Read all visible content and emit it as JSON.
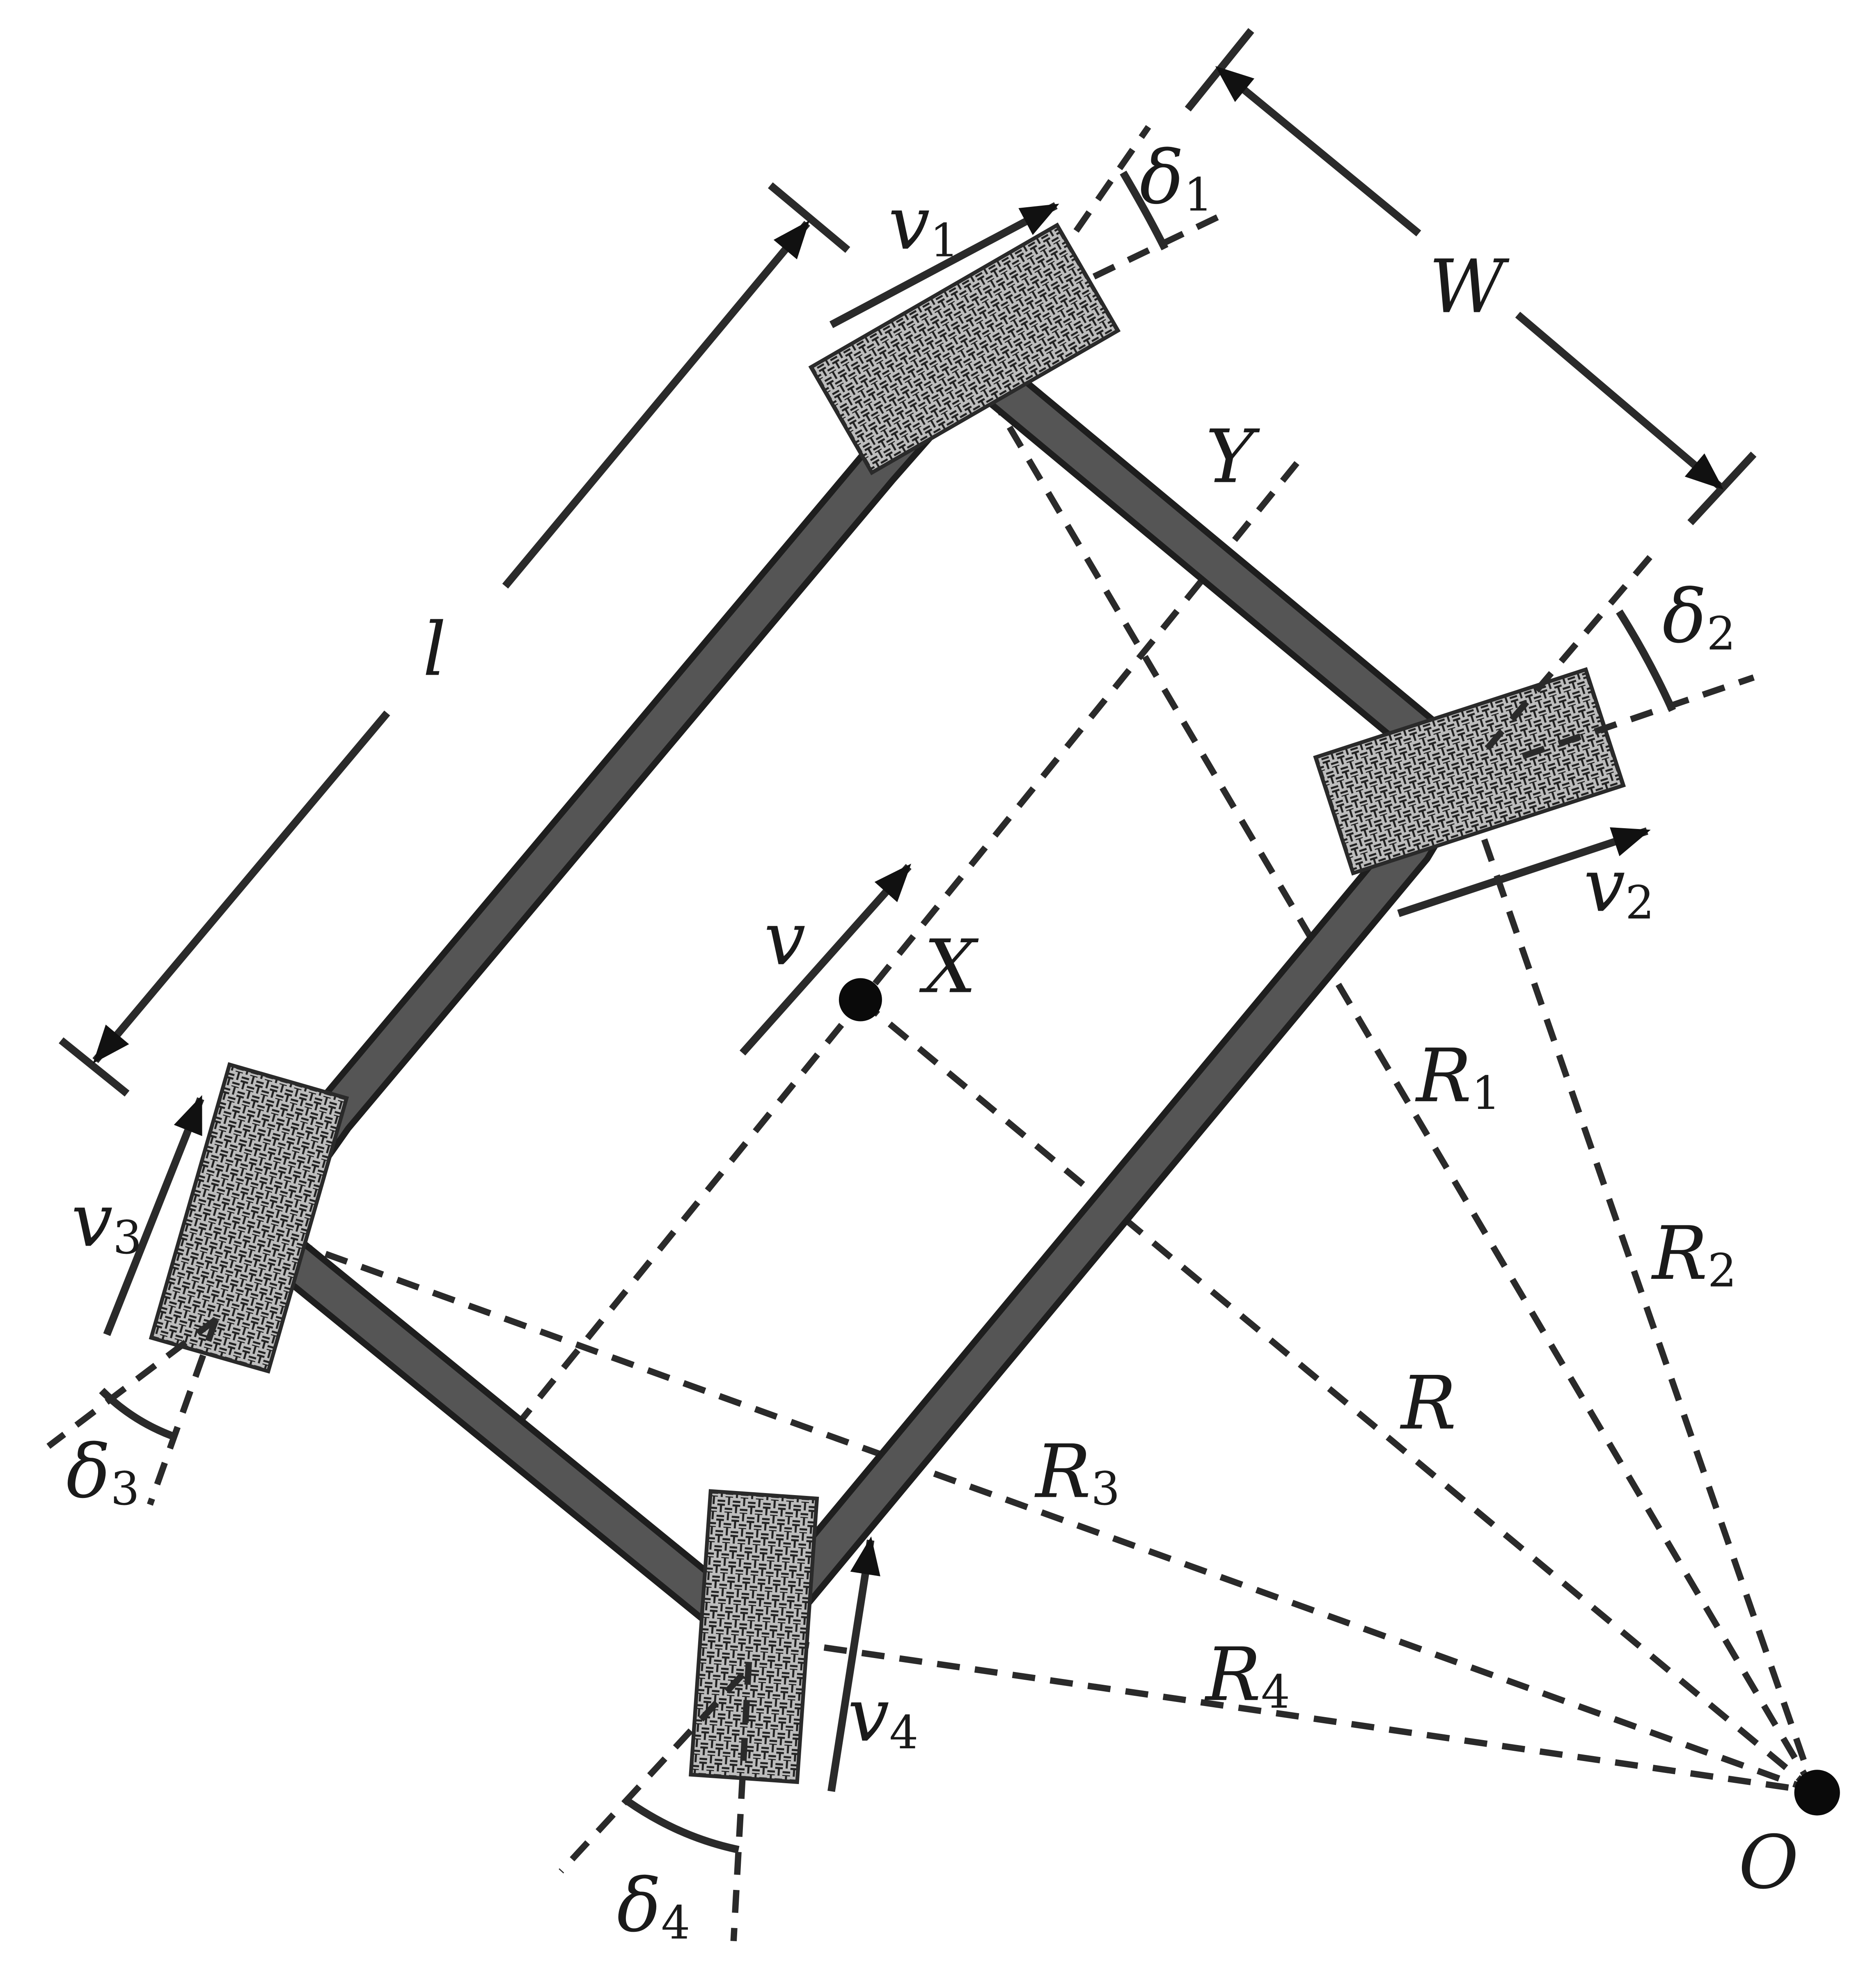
{
  "labels": {
    "v1": "v",
    "v1_sub": "1",
    "v2": "v",
    "v2_sub": "2",
    "v3": "v",
    "v3_sub": "3",
    "v4": "v",
    "v4_sub": "4",
    "v": "v",
    "X": "X",
    "Y": "Y",
    "W": "W",
    "l": "l",
    "O": "O",
    "R": "R",
    "R1": "R",
    "R1_sub": "1",
    "R2": "R",
    "R2_sub": "2",
    "R3": "R",
    "R3_sub": "3",
    "R4": "R",
    "R4_sub": "4",
    "d1": "δ",
    "d1_sub": "1",
    "d2": "δ",
    "d2_sub": "2",
    "d3": "δ",
    "d3_sub": "3",
    "d4": "δ",
    "d4_sub": "4"
  },
  "colors": {
    "frame": "#555555",
    "frame_edge": "#1e1e1e",
    "wheel_fill": "#9a9a9a",
    "wheel_stroke": "#2a2a2a",
    "ink": "#111111"
  },
  "icons": [
    "wheel-hatch-pattern",
    "arrowhead"
  ]
}
